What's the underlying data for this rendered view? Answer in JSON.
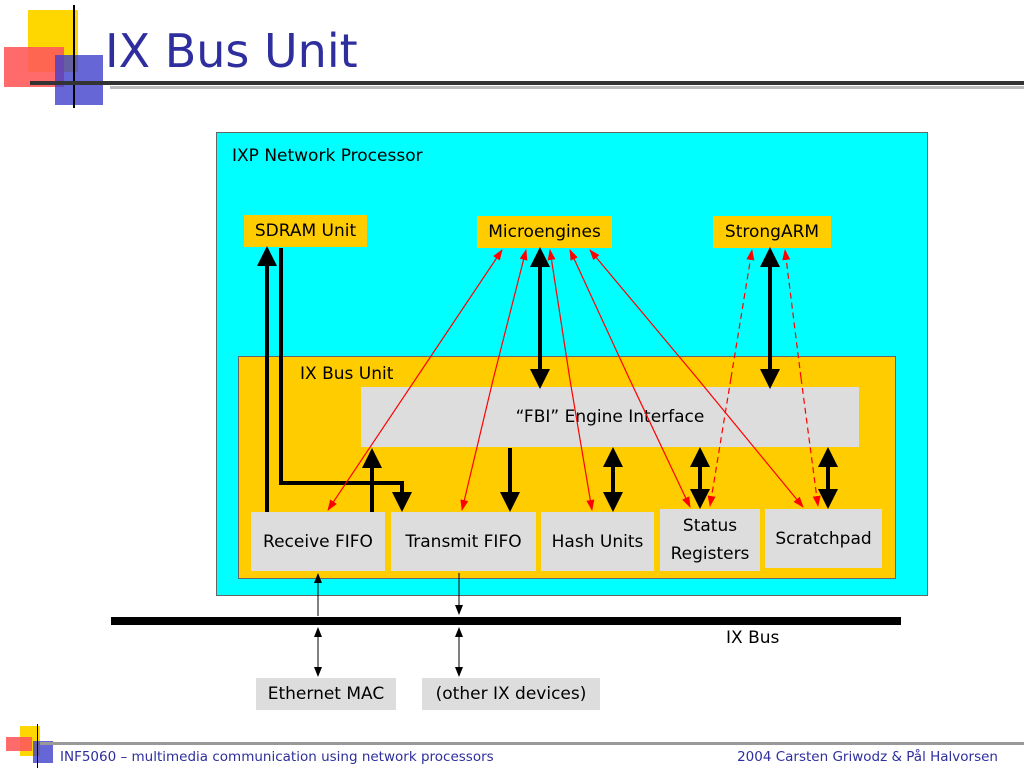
{
  "slide": {
    "title": "IX Bus Unit",
    "footer_left": "INF5060 – multimedia communication using network processors",
    "footer_right": "2004  Carsten Griwodz & Pål Halvorsen"
  },
  "diagram": {
    "processor_label": "IXP Network Processor",
    "sdram_unit": "SDRAM Unit",
    "microengines": "Microengines",
    "strongarm": "StrongARM",
    "ix_bus_unit_label": "IX Bus Unit",
    "fbi_interface": "“FBI” Engine Interface",
    "receive_fifo": "Receive FIFO",
    "transmit_fifo": "Transmit FIFO",
    "hash_units": "Hash Units",
    "status_registers_line1": "Status",
    "status_registers_line2": "Registers",
    "scratchpad": "Scratchpad",
    "ix_bus_label": "IX Bus",
    "ethernet_mac": "Ethernet MAC",
    "other_ix_devices": "(other IX devices)"
  },
  "colors": {
    "title_text": "#2e2e9e",
    "processor_bg": "#00ffff",
    "unit_yellow": "#ffcc00",
    "box_gray": "#dddddd",
    "control_arrow": "#ff0000",
    "logo_red": "#ff5050",
    "logo_yellow": "#ffd700",
    "logo_blue": "#3333cc"
  }
}
